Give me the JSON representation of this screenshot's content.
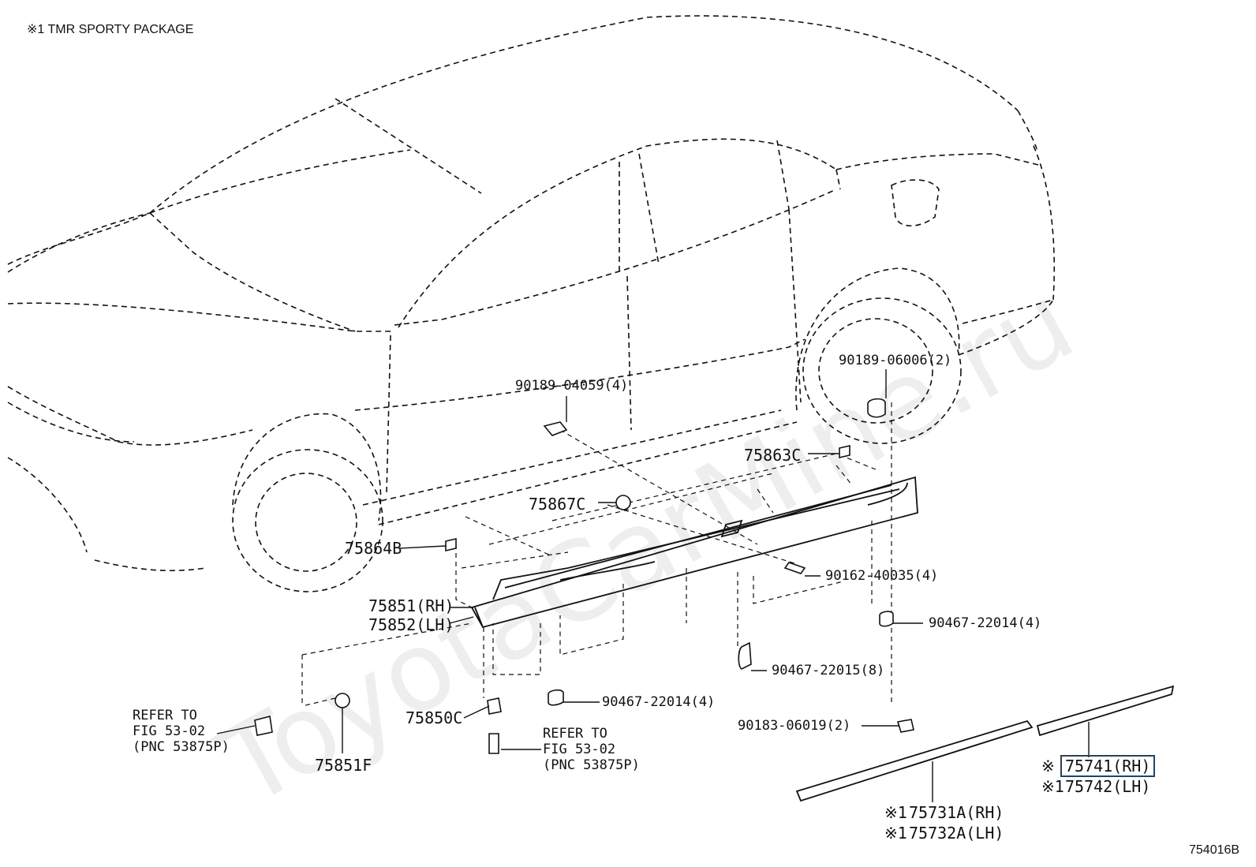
{
  "header_note": "※1 TMR SPORTY PACKAGE",
  "watermark": "ToyotaCarMine.ru",
  "figure_id": "754016B",
  "labels": {
    "p90189_04059": "90189-04059(4)",
    "p90189_06006": "90189-06006(2)",
    "p75863C": "75863C",
    "p75867C": "75867C",
    "p75864B": "75864B",
    "p90162_40035": "90162-40035(4)",
    "p75851": "75851(RH)",
    "p75852": "75852(LH)",
    "p90467_22014_right": "90467-22014(4)",
    "p90467_22015": "90467-22015(8)",
    "p90467_22014_bottom": "90467-22014(4)",
    "p90183_06019": "90183-06019(2)",
    "p75850C": "75850C",
    "p75851F": "75851F",
    "refer_left": "REFER TO\nFIG 53-02\n(PNC 53875P)",
    "refer_mid": "REFER TO\nFIG 53-02\n(PNC 53875P)",
    "p75741": "75741(RH)",
    "p75742": "75742(LH)",
    "p75731A": "75731A(RH)",
    "p75732A": "75732A(LH)",
    "mark_75741": "※",
    "mark_75742": "※1",
    "mark_75731A": "※1",
    "mark_75732A": "※1"
  },
  "highlight_color": "#24445e"
}
